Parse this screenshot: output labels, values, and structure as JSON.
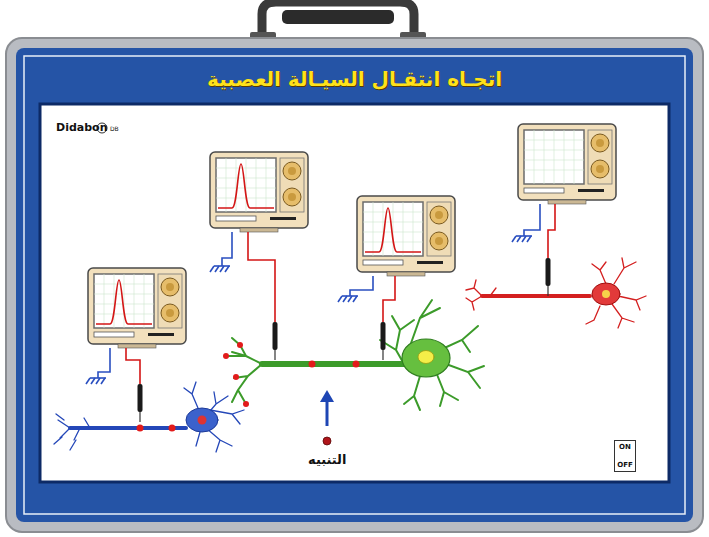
{
  "diagram": {
    "title": "اتجـاه انتقـال السيـالة العصبية",
    "nodes": [
      {
        "text": [
          "ON",
          "OFF"
        ]
      }
    ],
    "edges": [],
    "labels": [
      "التنبيه",
      "Didabon",
      "DB"
    ]
  }
}
